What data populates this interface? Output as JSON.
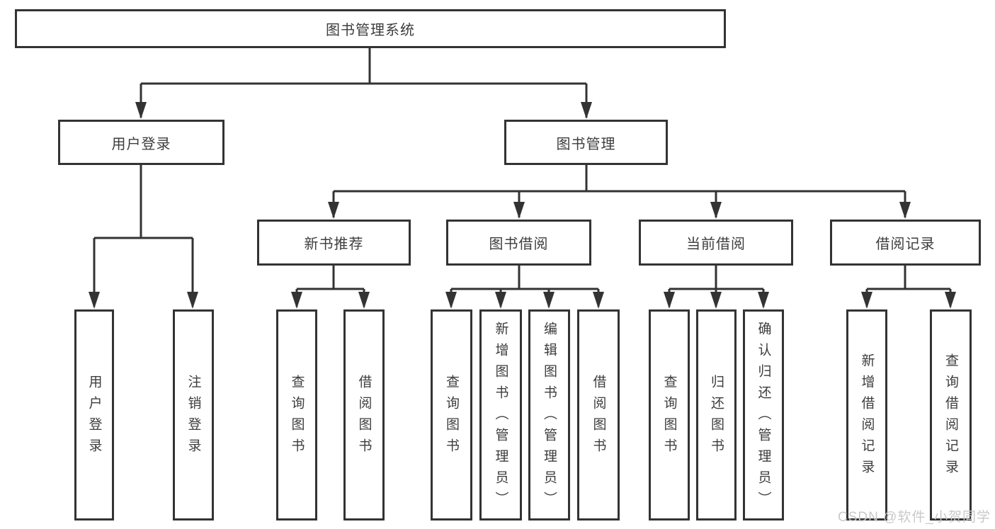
{
  "diagram": {
    "root": {
      "label": "图书管理系统"
    },
    "branches": [
      {
        "label": "用户登录",
        "children": [
          {
            "label": "用户登录"
          },
          {
            "label": "注销登录"
          }
        ]
      },
      {
        "label": "图书管理",
        "children": [
          {
            "label": "新书推荐",
            "children": [
              {
                "label": "查询图书"
              },
              {
                "label": "借阅图书"
              }
            ]
          },
          {
            "label": "图书借阅",
            "children": [
              {
                "label": "查询图书"
              },
              {
                "label": "新增图书（管理员）"
              },
              {
                "label": "编辑图书（管理员）"
              },
              {
                "label": "借阅图书"
              }
            ]
          },
          {
            "label": "当前借阅",
            "children": [
              {
                "label": "查询图书"
              },
              {
                "label": "归还图书"
              },
              {
                "label": "确认归还（管理员）"
              }
            ]
          },
          {
            "label": "借阅记录",
            "children": [
              {
                "label": "新增借阅记录"
              },
              {
                "label": "查询借阅记录"
              }
            ]
          }
        ]
      }
    ],
    "watermark": "CSDN @软件_小贺同学",
    "colors": {
      "line": "#333333",
      "box_border": "#333333",
      "text": "#3d3d3d",
      "watermark": "#c9c9c9",
      "background": "#ffffff"
    }
  }
}
